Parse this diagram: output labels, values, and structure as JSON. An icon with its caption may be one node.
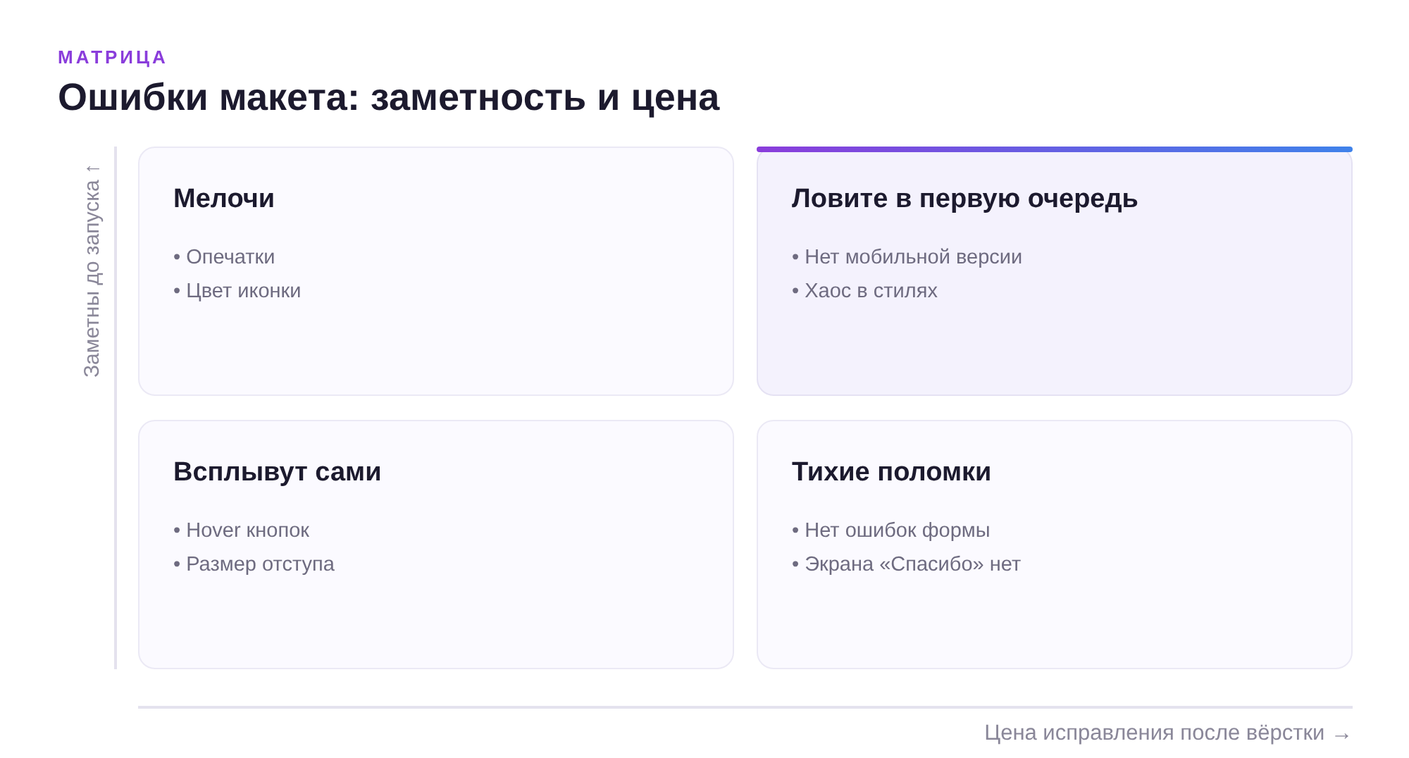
{
  "diagram": {
    "title": "Ошибки макета: заметность и цена",
    "nodes": [
      {
        "text": [
          "Мелочи",
          "• Опечатки",
          "• Цвет иконки"
        ]
      },
      {
        "text": [
          "Ловите в первую очередь",
          "• Нет мобильной версии",
          "• Хаос в стилях"
        ]
      },
      {
        "text": [
          "Всплывут сами",
          "• Hover кнопок",
          "• Размер отступа"
        ]
      },
      {
        "text": [
          "Тихие поломки",
          "• Нет ошибок формы",
          "• Экрана «Спасибо» нет"
        ]
      }
    ],
    "labels": [
      "МАТРИЦА",
      "Заметны до запуска ↑",
      "Цена исправления после вёрстки →"
    ]
  }
}
